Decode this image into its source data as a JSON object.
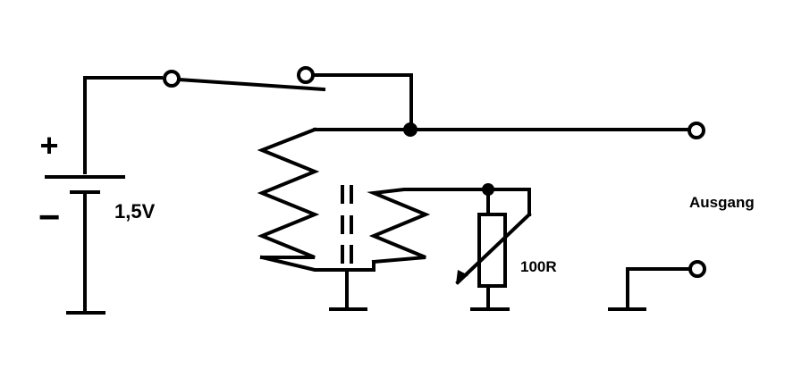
{
  "diagram": {
    "voltage_label": "1,5V",
    "plus_sign": "+",
    "minus_sign": "−",
    "resistor_label": "100R",
    "output_label": "Ausgang"
  },
  "colors": {
    "background": "#ffffff",
    "ink": "#000000"
  }
}
